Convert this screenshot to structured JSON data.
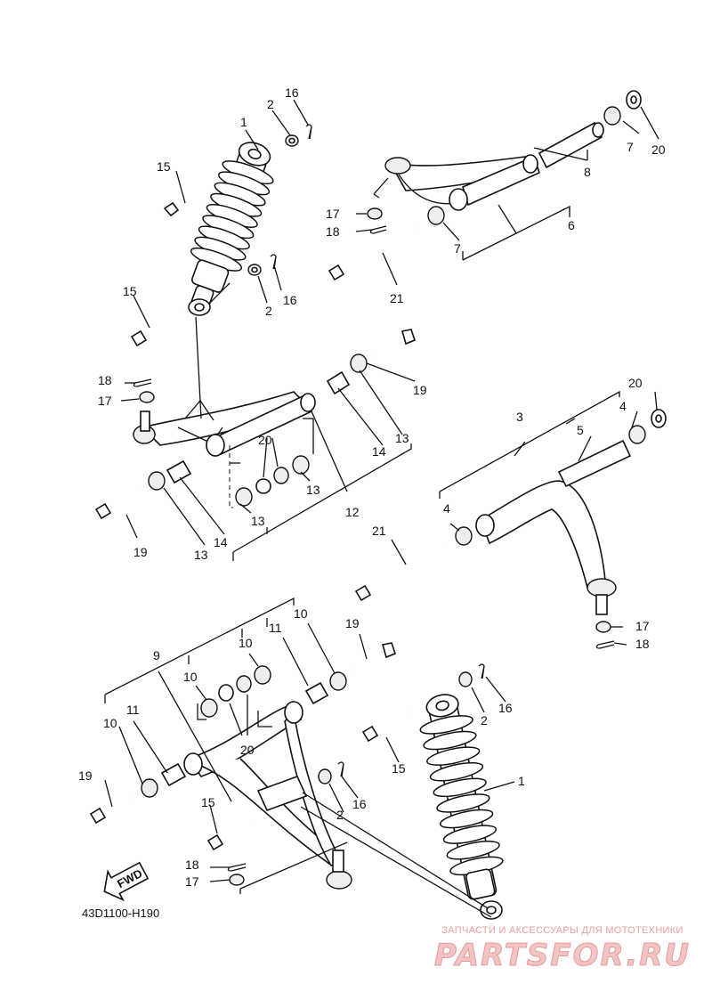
{
  "diagram": {
    "code": "43D1100-H190",
    "fwd_label": "FWD",
    "watermark": {
      "line1": "ЗАПЧАСТИ И АКСЕССУАРЫ ДЛЯ МОТОТЕХНИКИ",
      "line2": "PARTSFOR.RU"
    }
  },
  "callouts": [
    {
      "id": "c1a",
      "text": "1"
    },
    {
      "id": "c2a",
      "text": "2"
    },
    {
      "id": "c16a",
      "text": "16"
    },
    {
      "id": "c15a",
      "text": "15"
    },
    {
      "id": "c15b",
      "text": "15"
    },
    {
      "id": "c16b",
      "text": "16"
    },
    {
      "id": "c2b",
      "text": "2"
    },
    {
      "id": "c17a",
      "text": "17"
    },
    {
      "id": "c18a",
      "text": "18"
    },
    {
      "id": "c7a",
      "text": "7"
    },
    {
      "id": "c20a",
      "text": "20"
    },
    {
      "id": "c7b",
      "text": "7"
    },
    {
      "id": "c8",
      "text": "8"
    },
    {
      "id": "c6",
      "text": "6"
    },
    {
      "id": "c21a",
      "text": "21"
    },
    {
      "id": "c18b",
      "text": "18"
    },
    {
      "id": "c17b",
      "text": "17"
    },
    {
      "id": "c19a",
      "text": "19"
    },
    {
      "id": "c14a",
      "text": "14"
    },
    {
      "id": "c13a",
      "text": "13"
    },
    {
      "id": "c20b",
      "text": "20"
    },
    {
      "id": "c13b",
      "text": "13"
    },
    {
      "id": "c13c",
      "text": "13"
    },
    {
      "id": "c12",
      "text": "12"
    },
    {
      "id": "c19b",
      "text": "19"
    },
    {
      "id": "c14b",
      "text": "14"
    },
    {
      "id": "c13d",
      "text": "13"
    },
    {
      "id": "c20c",
      "text": "20"
    },
    {
      "id": "c3",
      "text": "3"
    },
    {
      "id": "c4a",
      "text": "4"
    },
    {
      "id": "c5",
      "text": "5"
    },
    {
      "id": "c21b",
      "text": "21"
    },
    {
      "id": "c4b",
      "text": "4"
    },
    {
      "id": "c17c",
      "text": "17"
    },
    {
      "id": "c18c",
      "text": "18"
    },
    {
      "id": "c10a",
      "text": "10"
    },
    {
      "id": "c11a",
      "text": "11"
    },
    {
      "id": "c19c",
      "text": "19"
    },
    {
      "id": "c9",
      "text": "9"
    },
    {
      "id": "c10b",
      "text": "10"
    },
    {
      "id": "c10c",
      "text": "10"
    },
    {
      "id": "c20d",
      "text": "20"
    },
    {
      "id": "c10d",
      "text": "10"
    },
    {
      "id": "c11b",
      "text": "11"
    },
    {
      "id": "c19d",
      "text": "19"
    },
    {
      "id": "c16c",
      "text": "16"
    },
    {
      "id": "c2c",
      "text": "2"
    },
    {
      "id": "c15c",
      "text": "15"
    },
    {
      "id": "c1b",
      "text": "1"
    },
    {
      "id": "c2d",
      "text": "2"
    },
    {
      "id": "c16d",
      "text": "16"
    },
    {
      "id": "c15d",
      "text": "15"
    },
    {
      "id": "c18d",
      "text": "18"
    },
    {
      "id": "c17d",
      "text": "17"
    }
  ]
}
